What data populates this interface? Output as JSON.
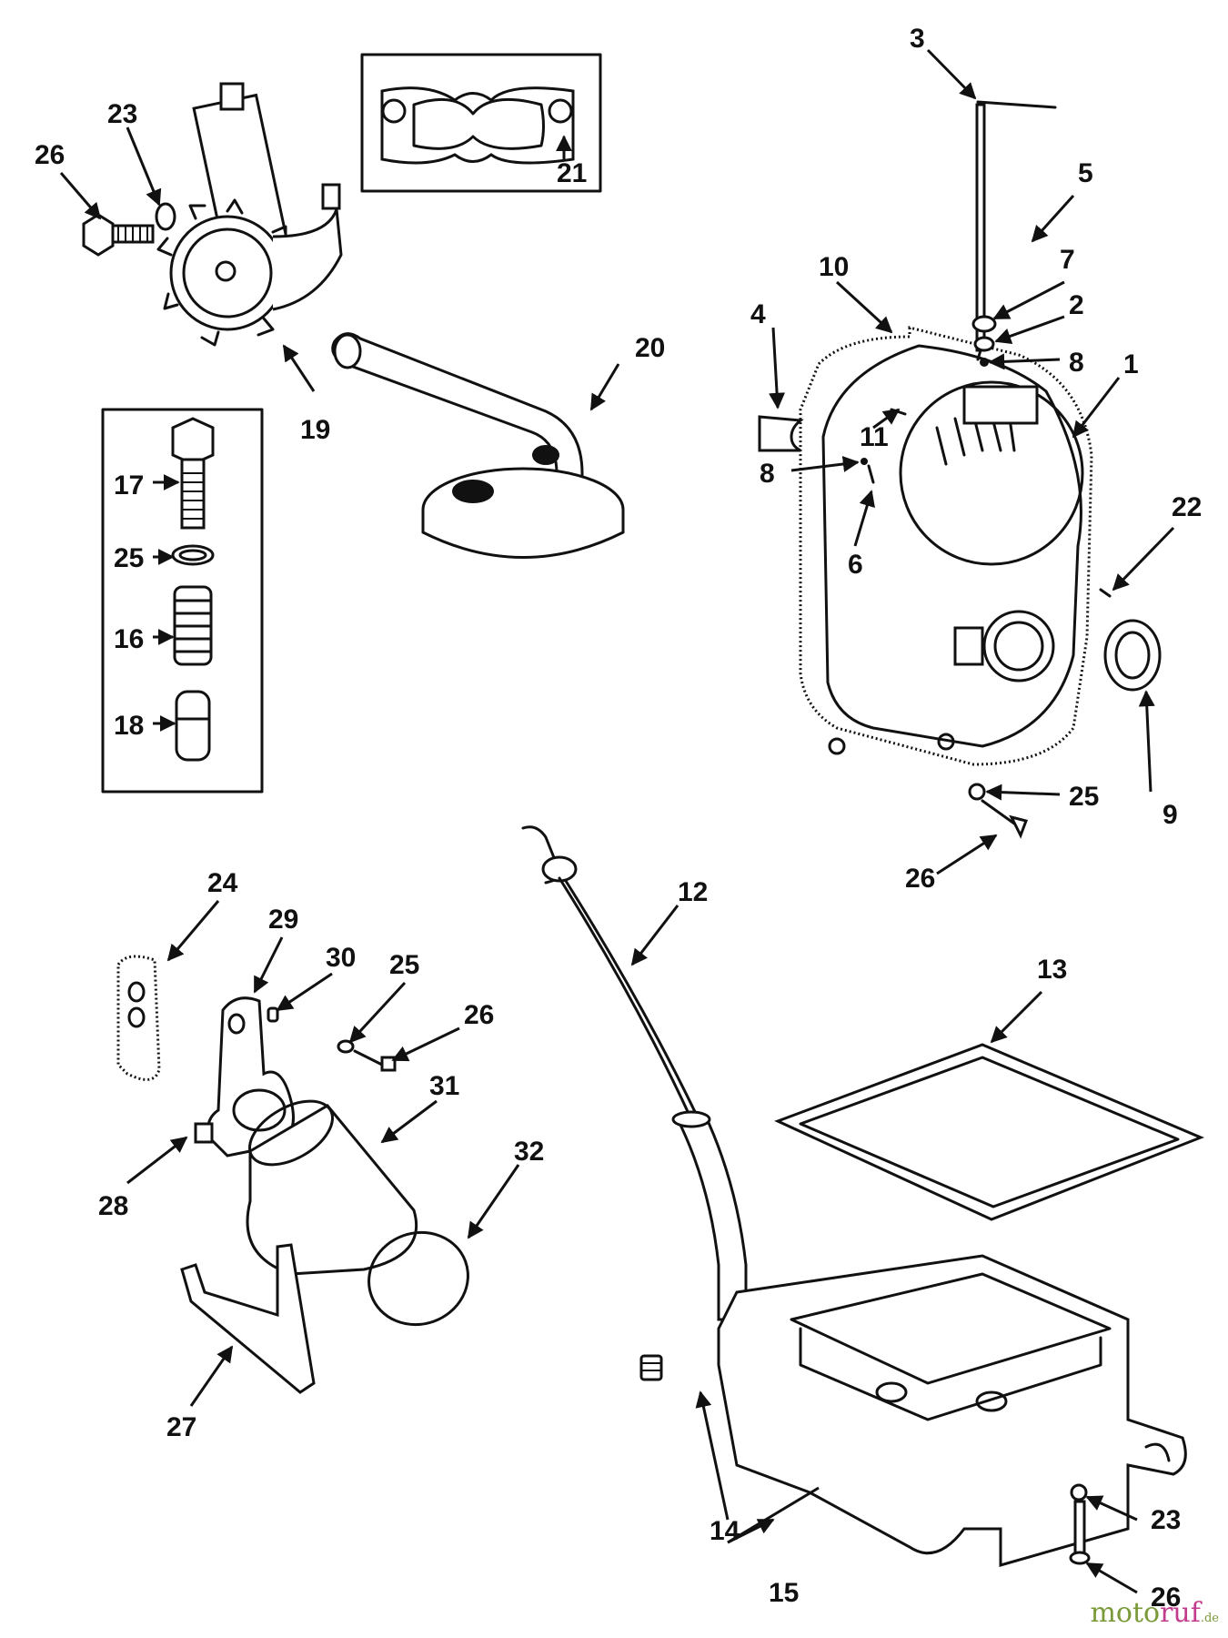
{
  "callouts": {
    "c1": "1",
    "c2": "2",
    "c3": "3",
    "c4": "4",
    "c5": "5",
    "c6": "6",
    "c7": "7",
    "c8a": "8",
    "c8b": "8",
    "c9": "9",
    "c10": "10",
    "c11": "11",
    "c12": "12",
    "c13": "13",
    "c14": "14",
    "c15": "15",
    "c16": "16",
    "c17": "17",
    "c18": "18",
    "c19": "19",
    "c20": "20",
    "c21": "21",
    "c22": "22",
    "c23a": "23",
    "c23b": "23",
    "c24": "24",
    "c25a": "25",
    "c25b": "25",
    "c25c": "25",
    "c26a": "26",
    "c26b": "26",
    "c26c": "26",
    "c26d": "26",
    "c27": "27",
    "c28": "28",
    "c29": "29",
    "c30": "30",
    "c31": "31",
    "c32": "32"
  },
  "watermark": {
    "part1": "moto",
    "part2": "ruf",
    "part3": ".de"
  }
}
